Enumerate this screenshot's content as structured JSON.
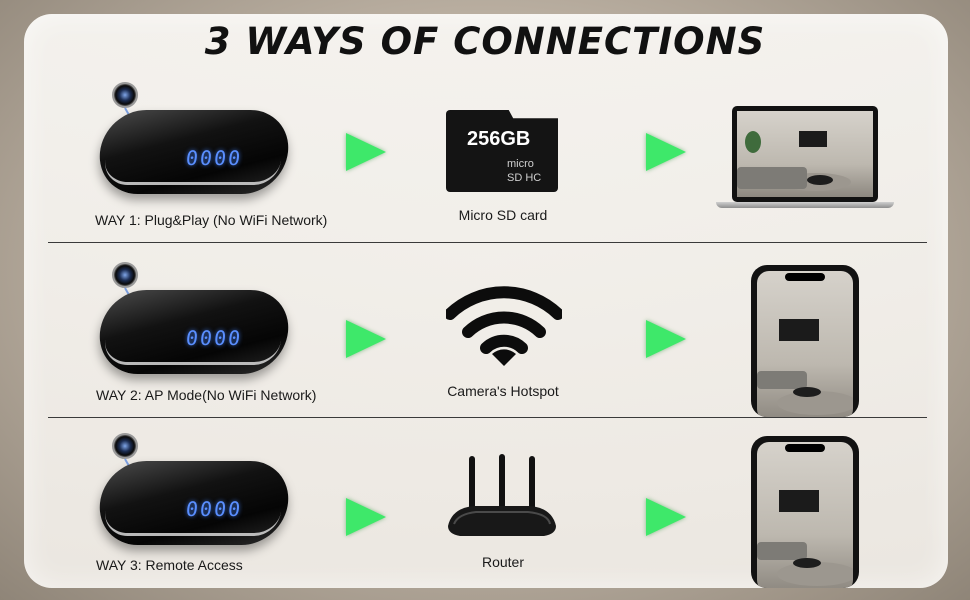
{
  "title": "3 WAYS OF CONNECTIONS",
  "accent_color": "#3ee86a",
  "rows": [
    {
      "caption": "WAY 1: Plug&Play (No WiFi Network)",
      "clock_display": "0000",
      "middle": {
        "type": "sd-card",
        "icon": "micro-sd-card-icon",
        "label": "Micro SD card",
        "capacity": "256GB",
        "brand": "micro",
        "sub": "SD HC"
      },
      "right": {
        "type": "laptop",
        "icon": "laptop-icon"
      }
    },
    {
      "caption": "WAY 2: AP Mode(No WiFi Network)",
      "clock_display": "0000",
      "middle": {
        "type": "wifi",
        "icon": "wifi-icon",
        "label": "Camera's Hotspot"
      },
      "right": {
        "type": "phone",
        "icon": "smartphone-icon"
      }
    },
    {
      "caption": "WAY 3: Remote Access",
      "clock_display": "0000",
      "middle": {
        "type": "router",
        "icon": "router-icon",
        "label": "Router"
      },
      "right": {
        "type": "phone",
        "icon": "smartphone-icon"
      }
    }
  ]
}
